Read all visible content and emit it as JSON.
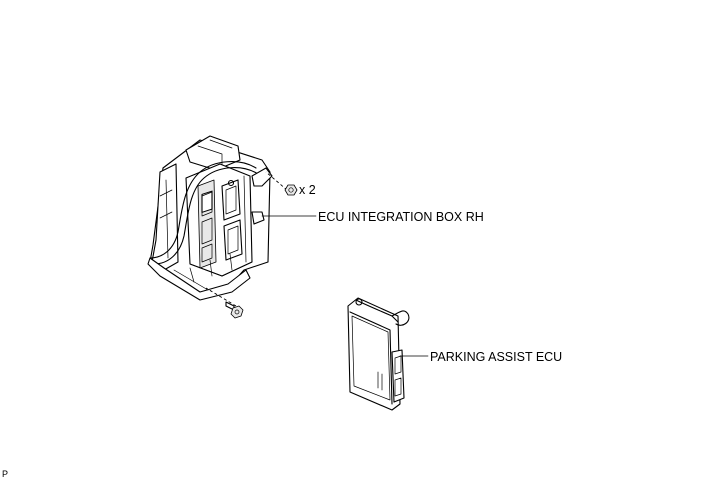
{
  "labels": {
    "nut_quantity": "x 2",
    "ecu_integration_box": "ECU INTEGRATION BOX RH",
    "parking_assist_ecu": "PARKING ASSIST ECU",
    "corner_code": "P"
  },
  "icons": {
    "nut": "hex-nut-icon",
    "bolt": "bolt-icon"
  }
}
